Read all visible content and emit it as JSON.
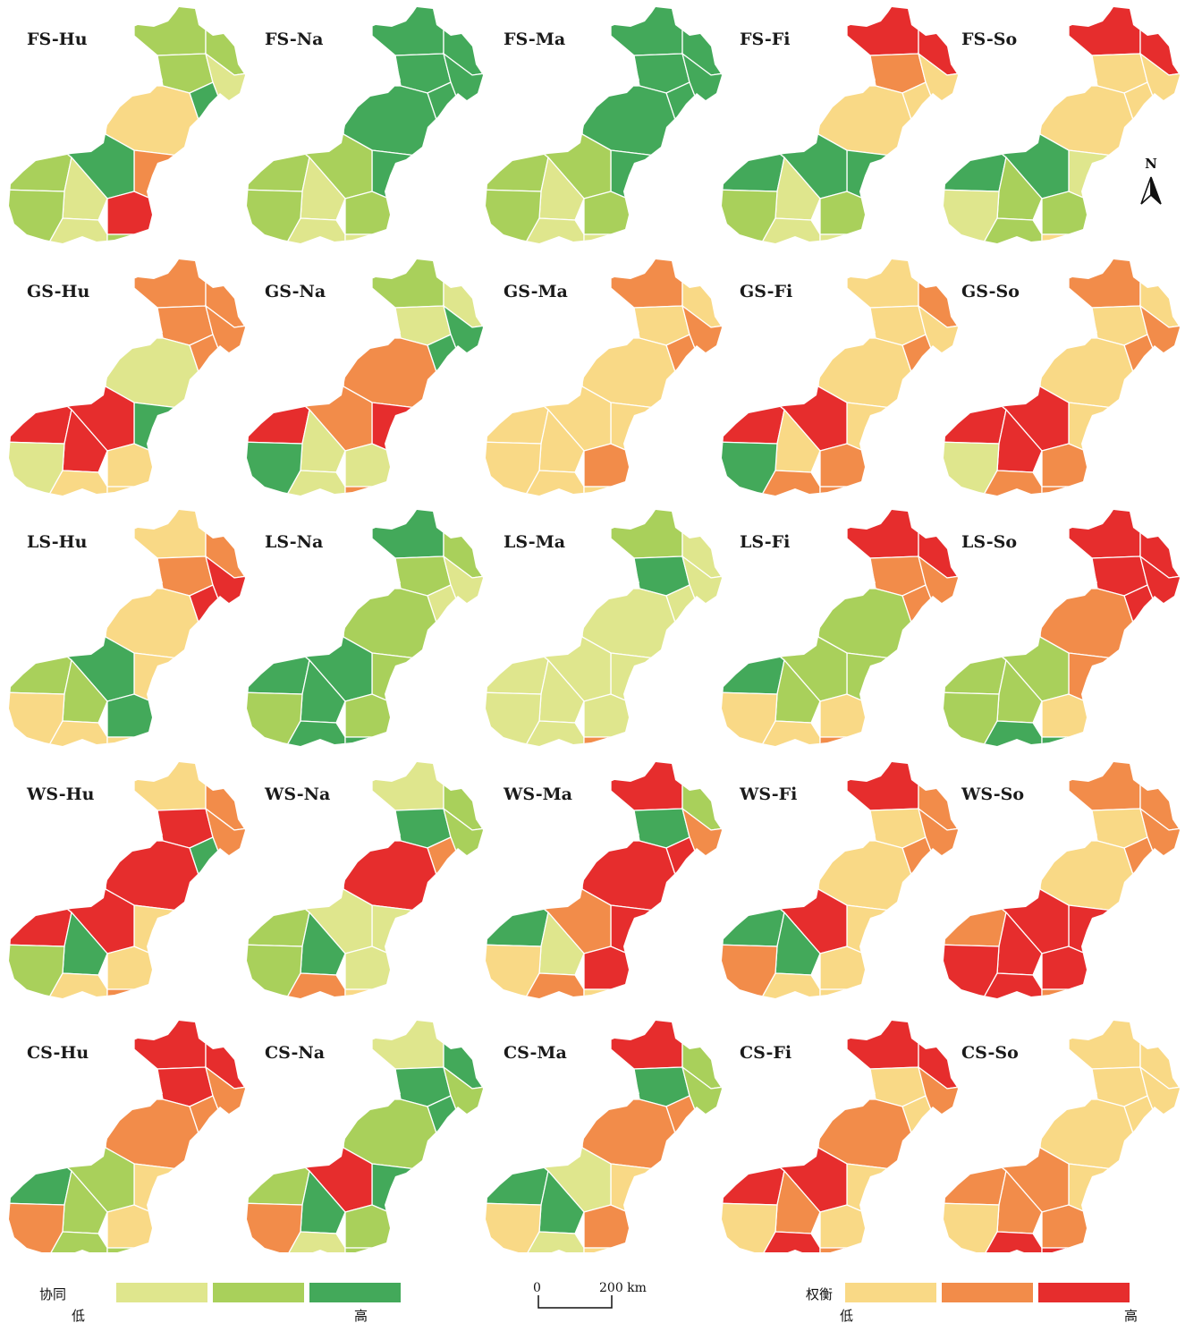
{
  "rows": [
    "FS",
    "GS",
    "LS",
    "WS",
    "CS"
  ],
  "cols": [
    "Hu",
    "Na",
    "Ma",
    "Fi",
    "So"
  ],
  "panels": [
    {
      "label": "FS-Hu",
      "pattern": [
        1,
        1,
        1,
        0,
        2,
        3,
        4,
        5,
        4,
        3,
        1,
        2,
        5,
        0,
        1,
        0,
        1,
        0,
        4,
        3
      ]
    },
    {
      "label": "FS-Na",
      "pattern": [
        2,
        2,
        2,
        2,
        2,
        2,
        2,
        2,
        2,
        1,
        1,
        1,
        1,
        0,
        1,
        0,
        0,
        0,
        0,
        0
      ]
    },
    {
      "label": "FS-Ma",
      "pattern": [
        2,
        2,
        2,
        2,
        2,
        2,
        2,
        2,
        2,
        1,
        1,
        1,
        1,
        0,
        1,
        0,
        0,
        0,
        0,
        0
      ]
    },
    {
      "label": "FS-Fi",
      "pattern": [
        5,
        5,
        4,
        3,
        3,
        3,
        2,
        2,
        0,
        0,
        2,
        2,
        1,
        0,
        1,
        0,
        0,
        1,
        0,
        3
      ]
    },
    {
      "label": "FS-So",
      "pattern": [
        5,
        5,
        3,
        3,
        3,
        3,
        0,
        0,
        0,
        0,
        2,
        2,
        1,
        1,
        0,
        1,
        3,
        1,
        3,
        3
      ]
    },
    {
      "label": "GS-Hu",
      "pattern": [
        4,
        4,
        4,
        4,
        4,
        0,
        2,
        0,
        3,
        0,
        5,
        5,
        3,
        5,
        0,
        3,
        3,
        5,
        3,
        2
      ]
    },
    {
      "label": "GS-Na",
      "pattern": [
        1,
        0,
        0,
        2,
        2,
        4,
        5,
        4,
        1,
        0,
        5,
        4,
        0,
        0,
        2,
        0,
        4,
        5,
        4,
        0
      ]
    },
    {
      "label": "GS-Ma",
      "pattern": [
        4,
        3,
        3,
        4,
        4,
        3,
        3,
        4,
        3,
        3,
        3,
        3,
        4,
        3,
        3,
        3,
        3,
        4,
        5,
        3
      ]
    },
    {
      "label": "GS-Fi",
      "pattern": [
        3,
        4,
        3,
        3,
        4,
        3,
        3,
        3,
        1,
        3,
        5,
        5,
        4,
        3,
        2,
        4,
        4,
        4,
        4,
        4
      ]
    },
    {
      "label": "GS-So",
      "pattern": [
        4,
        3,
        3,
        4,
        4,
        3,
        3,
        3,
        1,
        3,
        5,
        5,
        4,
        5,
        0,
        4,
        4,
        5,
        4,
        4
      ]
    },
    {
      "label": "LS-Hu",
      "pattern": [
        3,
        4,
        4,
        5,
        5,
        3,
        3,
        3,
        3,
        3,
        1,
        2,
        2,
        1,
        3,
        3,
        3,
        2,
        2,
        3
      ]
    },
    {
      "label": "LS-Na",
      "pattern": [
        2,
        1,
        1,
        0,
        0,
        1,
        1,
        1,
        2,
        1,
        2,
        2,
        1,
        2,
        1,
        2,
        2,
        2,
        1,
        1
      ]
    },
    {
      "label": "LS-Ma",
      "pattern": [
        1,
        0,
        2,
        0,
        0,
        0,
        0,
        0,
        5,
        0,
        0,
        0,
        0,
        0,
        0,
        0,
        4,
        5,
        1,
        2
      ]
    },
    {
      "label": "LS-Fi",
      "pattern": [
        5,
        5,
        4,
        4,
        4,
        1,
        1,
        3,
        3,
        3,
        2,
        1,
        3,
        1,
        3,
        3,
        4,
        4,
        3,
        3
      ]
    },
    {
      "label": "LS-So",
      "pattern": [
        5,
        5,
        5,
        5,
        5,
        4,
        4,
        4,
        3,
        4,
        1,
        1,
        3,
        1,
        1,
        2,
        2,
        1,
        3,
        3
      ]
    },
    {
      "label": "WS-Hu",
      "pattern": [
        3,
        4,
        5,
        4,
        2,
        5,
        3,
        4,
        3,
        3,
        5,
        5,
        3,
        2,
        1,
        3,
        4,
        3,
        3,
        3
      ]
    },
    {
      "label": "WS-Na",
      "pattern": [
        0,
        1,
        2,
        1,
        4,
        5,
        0,
        0,
        1,
        4,
        1,
        0,
        0,
        2,
        1,
        4,
        3,
        0,
        1,
        0
      ]
    },
    {
      "label": "WS-Ma",
      "pattern": [
        5,
        1,
        2,
        4,
        5,
        5,
        5,
        3,
        3,
        3,
        2,
        4,
        5,
        0,
        3,
        4,
        3,
        5,
        4,
        3
      ]
    },
    {
      "label": "WS-Fi",
      "pattern": [
        5,
        4,
        3,
        4,
        4,
        3,
        3,
        4,
        3,
        3,
        2,
        5,
        3,
        2,
        4,
        3,
        3,
        3,
        4,
        3
      ]
    },
    {
      "label": "WS-So",
      "pattern": [
        4,
        4,
        3,
        4,
        4,
        3,
        5,
        4,
        3,
        4,
        4,
        5,
        5,
        5,
        5,
        5,
        4,
        5,
        2,
        3
      ]
    },
    {
      "label": "CS-Hu",
      "pattern": [
        5,
        5,
        5,
        4,
        4,
        4,
        3,
        4,
        3,
        3,
        2,
        1,
        3,
        1,
        4,
        1,
        1,
        1,
        4,
        3
      ]
    },
    {
      "label": "CS-Na",
      "pattern": [
        0,
        2,
        2,
        1,
        2,
        1,
        2,
        1,
        2,
        4,
        1,
        5,
        1,
        2,
        4,
        0,
        1,
        5,
        2,
        1
      ]
    },
    {
      "label": "CS-Ma",
      "pattern": [
        5,
        1,
        2,
        1,
        4,
        4,
        3,
        4,
        4,
        3,
        2,
        0,
        4,
        2,
        3,
        0,
        3,
        4,
        5,
        3
      ]
    },
    {
      "label": "CS-Fi",
      "pattern": [
        5,
        5,
        3,
        4,
        3,
        4,
        3,
        3,
        3,
        4,
        5,
        5,
        3,
        4,
        3,
        5,
        4,
        5,
        5,
        4
      ]
    },
    {
      "label": "CS-So",
      "pattern": [
        3,
        3,
        3,
        3,
        3,
        3,
        3,
        3,
        3,
        3,
        4,
        4,
        4,
        4,
        3,
        5,
        5,
        4,
        5,
        4
      ]
    }
  ],
  "colors": {
    "syn": [
      "#dfe68d",
      "#a9d05b",
      "#43a95a"
    ],
    "trade": [
      "#f9d986",
      "#f28c4a",
      "#e62d2d"
    ],
    "border": "#ffffff"
  },
  "legend_synergy": {
    "title": "协同",
    "low": "低",
    "high": "高"
  },
  "legend_tradeoff": {
    "title": "权衡",
    "low": "低",
    "high": "高"
  },
  "scalebar": {
    "zero": "0",
    "label": "200 km"
  },
  "north_arrow": {
    "label": "N",
    "icon": "north-arrow-icon"
  }
}
